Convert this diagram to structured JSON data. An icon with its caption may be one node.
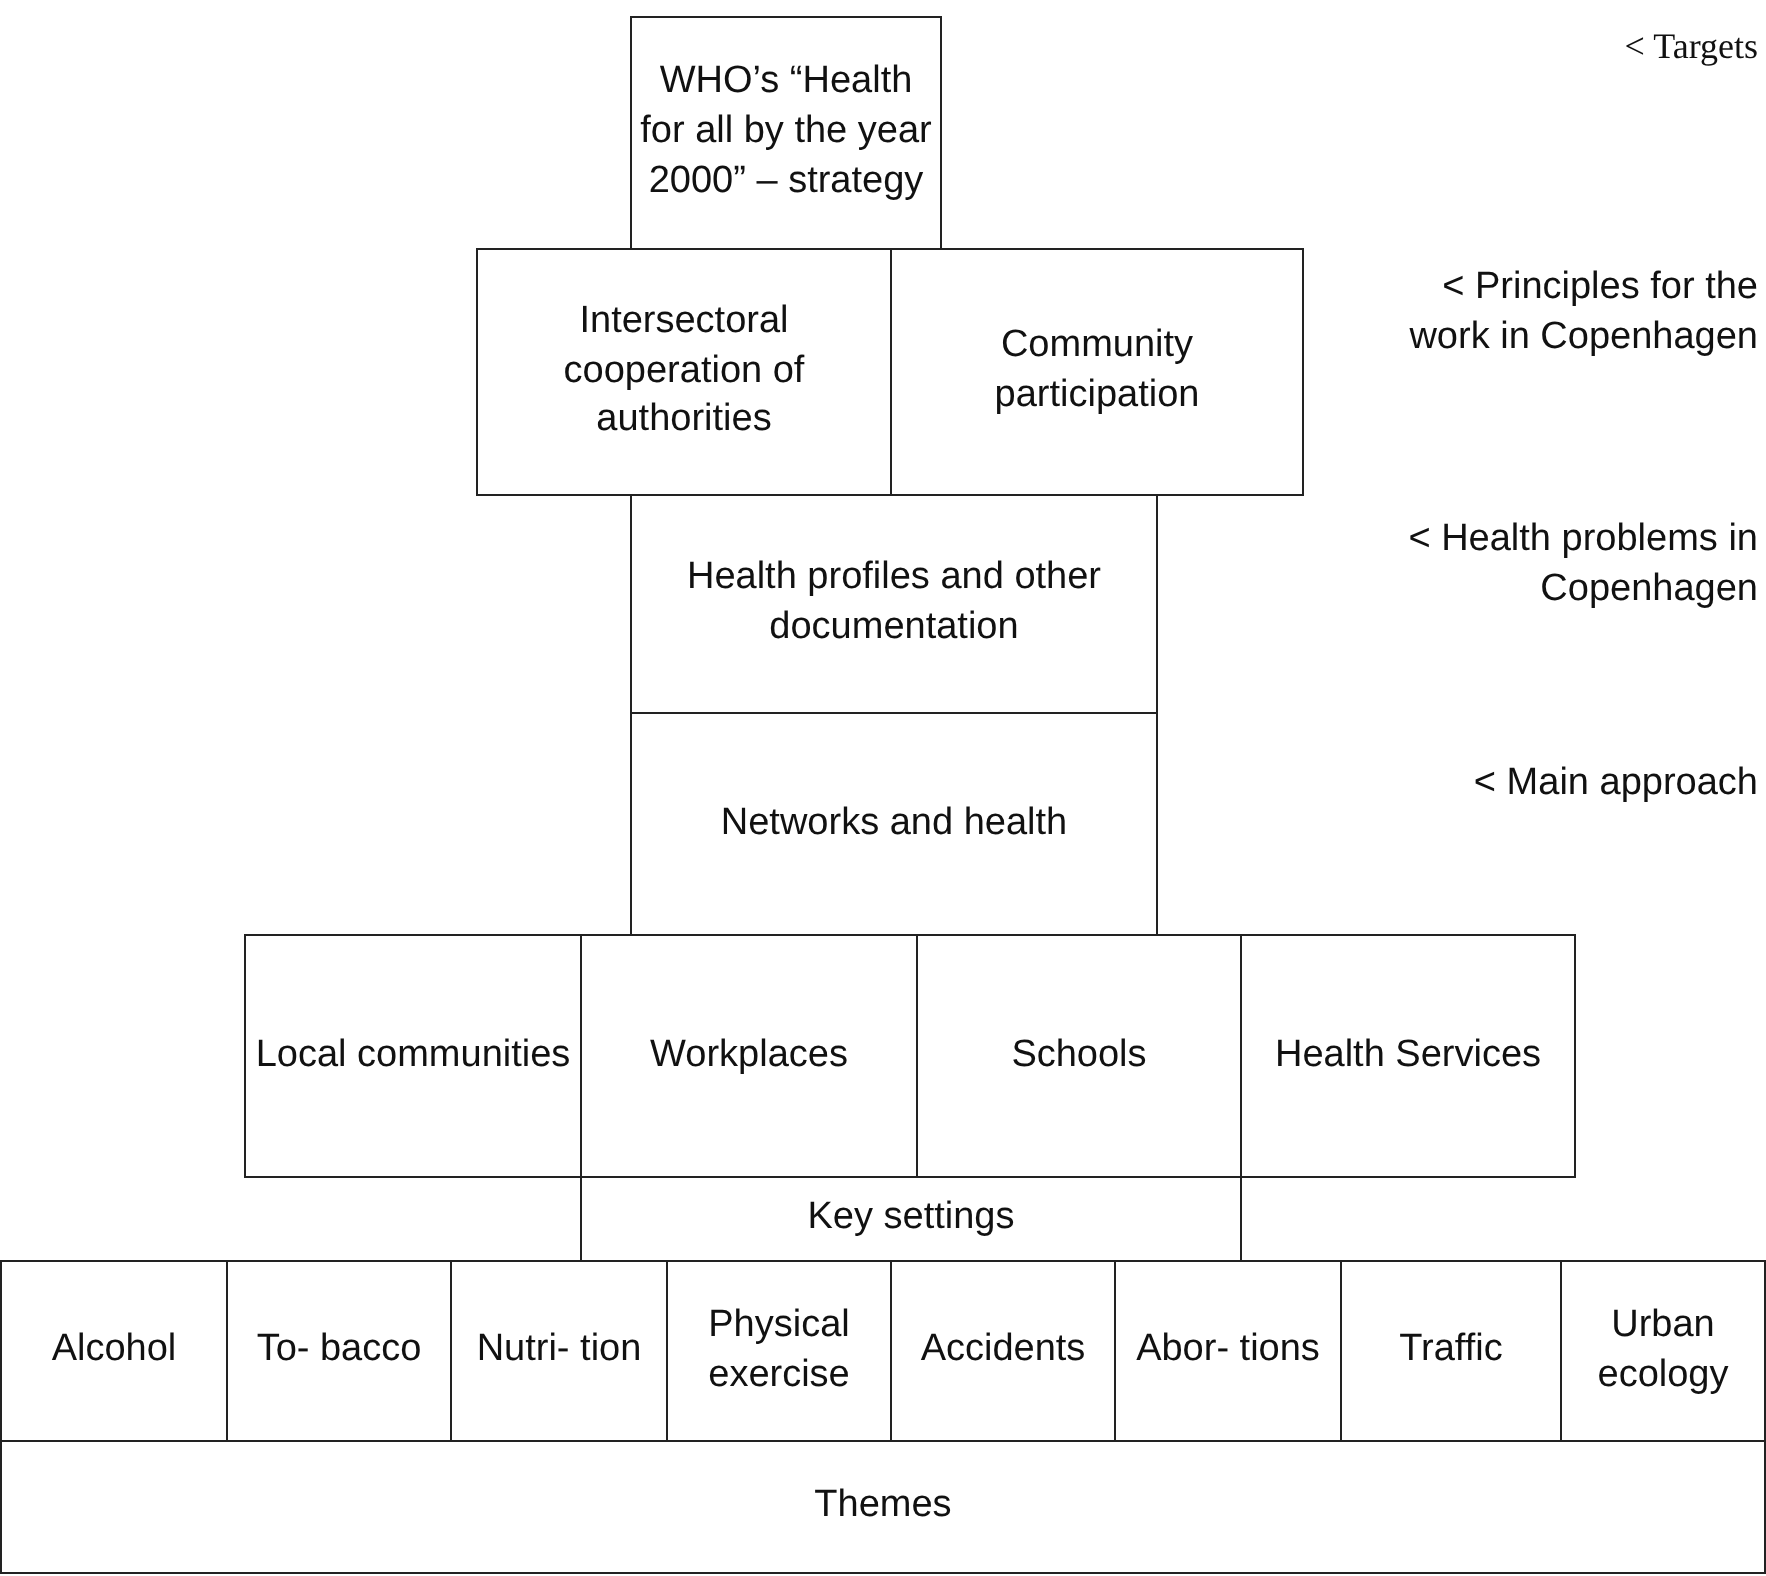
{
  "diagram": {
    "nodes": [
      {
        "text": [
          "WHO’s “Health for all by the year 2000” – strategy"
        ]
      },
      {
        "text": [
          "Intersectoral cooperation of authorities"
        ]
      },
      {
        "text": [
          "Community participation"
        ]
      },
      {
        "text": [
          "Health profiles and other documentation"
        ]
      },
      {
        "text": [
          "Networks and health"
        ]
      },
      {
        "text": [
          "Local communities"
        ]
      },
      {
        "text": [
          "Workplaces"
        ]
      },
      {
        "text": [
          "Schools"
        ]
      },
      {
        "text": [
          "Health Services"
        ]
      },
      {
        "text": [
          "Key settings"
        ]
      },
      {
        "text": [
          "Alcohol"
        ]
      },
      {
        "text": [
          "To- bacco"
        ]
      },
      {
        "text": [
          "Nutri- tion"
        ]
      },
      {
        "text": [
          "Physical exercise"
        ]
      },
      {
        "text": [
          "Accidents"
        ]
      },
      {
        "text": [
          "Abor- tions"
        ]
      },
      {
        "text": [
          "Traffic"
        ]
      },
      {
        "text": [
          "Urban ecology"
        ]
      },
      {
        "text": [
          "Themes"
        ]
      }
    ],
    "labels": [
      "< Targets",
      "< Principles for the work in Copenhagen",
      "< Health problems in Copenhagen",
      "< Main approach"
    ]
  }
}
